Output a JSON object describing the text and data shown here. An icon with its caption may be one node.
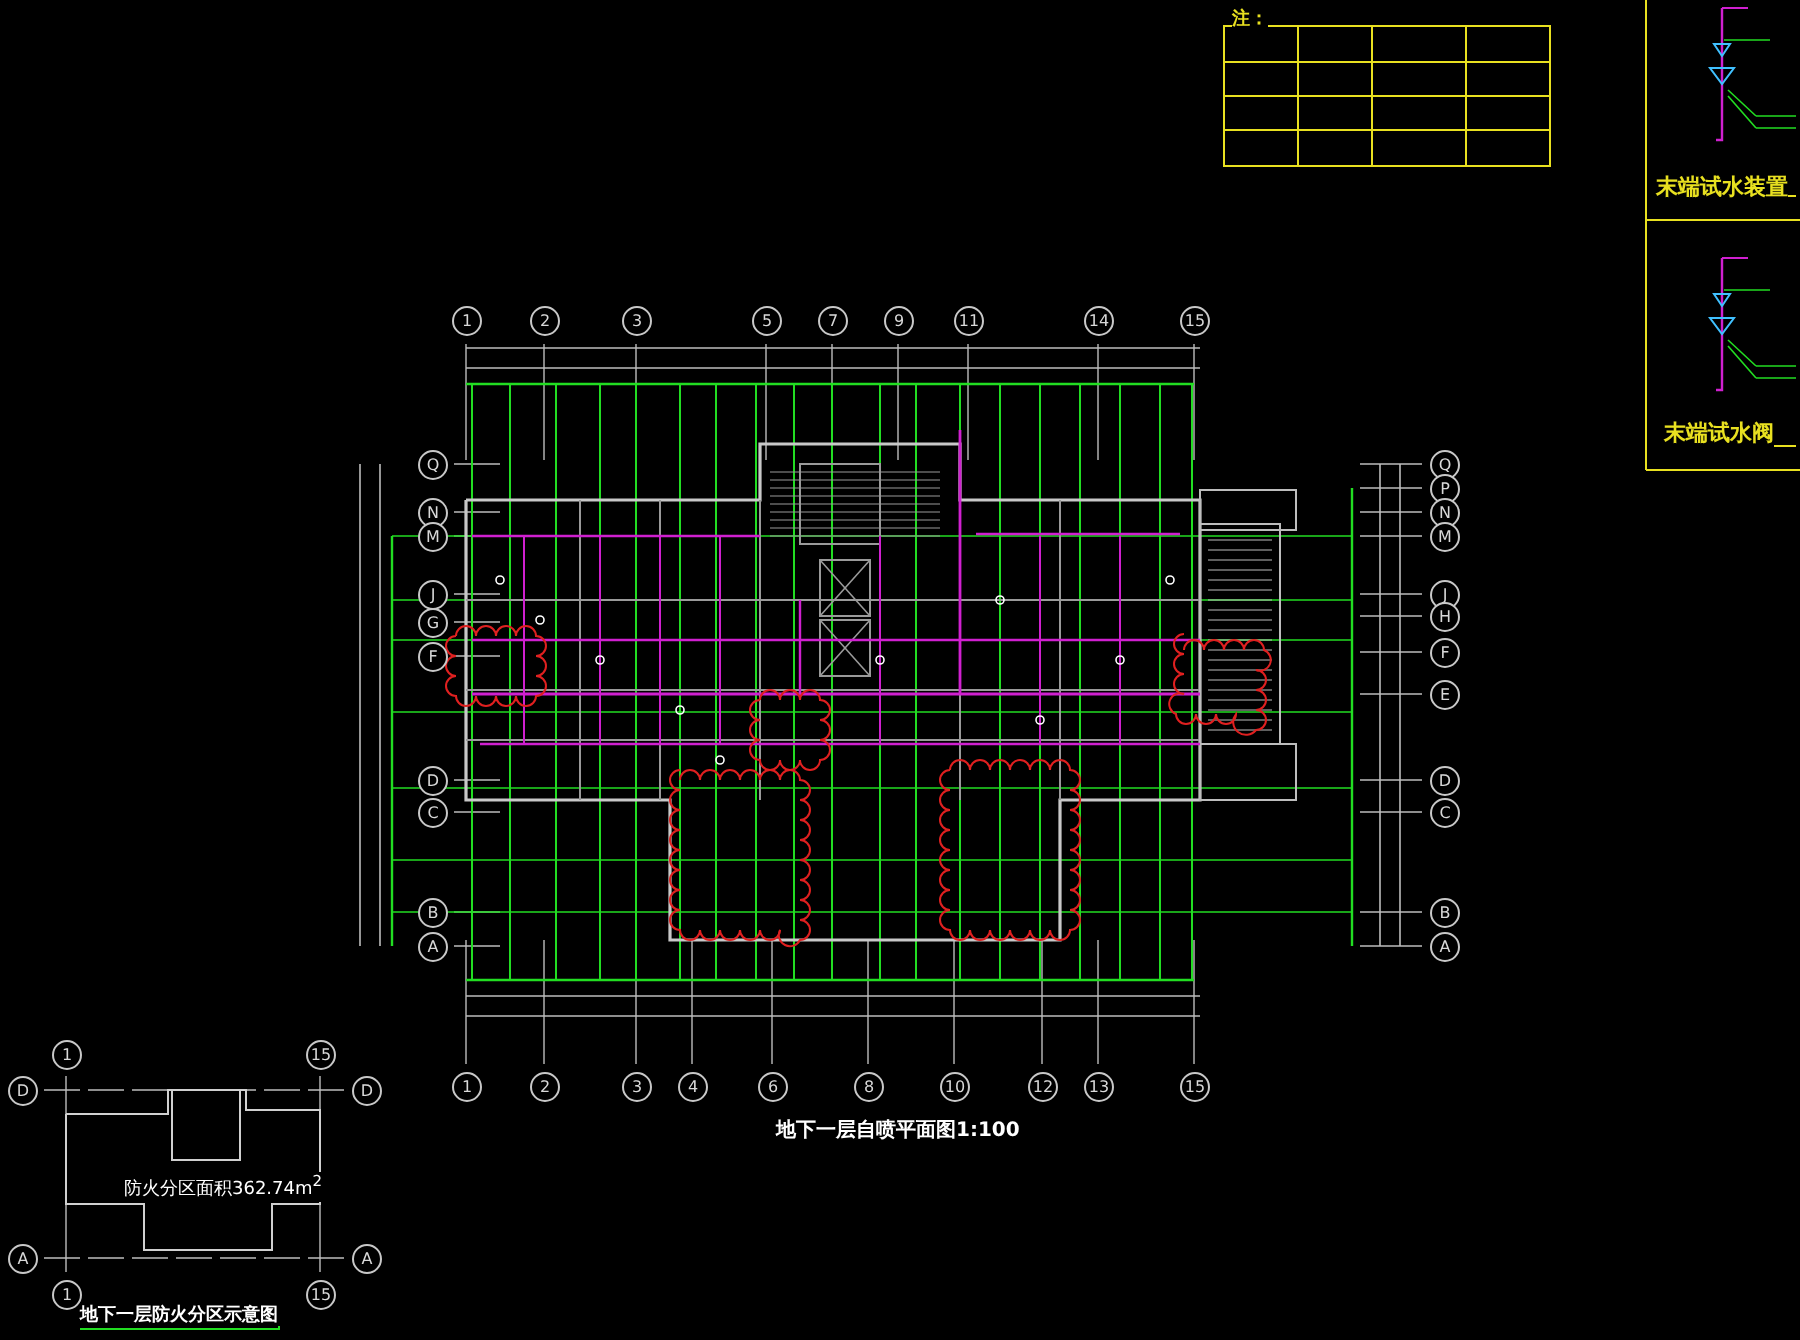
{
  "diagram": {
    "nodes": [
      {
        "text": [
          "1"
        ]
      },
      {
        "text": [
          "2"
        ]
      },
      {
        "text": [
          "3"
        ]
      },
      {
        "text": [
          "5"
        ]
      },
      {
        "text": [
          "7"
        ]
      },
      {
        "text": [
          "9"
        ]
      },
      {
        "text": [
          "11"
        ]
      },
      {
        "text": [
          "14"
        ]
      },
      {
        "text": [
          "15"
        ]
      },
      {
        "text": [
          "1"
        ]
      },
      {
        "text": [
          "2"
        ]
      },
      {
        "text": [
          "3"
        ]
      },
      {
        "text": [
          "4"
        ]
      },
      {
        "text": [
          "6"
        ]
      },
      {
        "text": [
          "8"
        ]
      },
      {
        "text": [
          "10"
        ]
      },
      {
        "text": [
          "12"
        ]
      },
      {
        "text": [
          "13"
        ]
      },
      {
        "text": [
          "15"
        ]
      },
      {
        "text": [
          "Q"
        ]
      },
      {
        "text": [
          "N"
        ]
      },
      {
        "text": [
          "M"
        ]
      },
      {
        "text": [
          "J"
        ]
      },
      {
        "text": [
          "G"
        ]
      },
      {
        "text": [
          "F"
        ]
      },
      {
        "text": [
          "D"
        ]
      },
      {
        "text": [
          "C"
        ]
      },
      {
        "text": [
          "B"
        ]
      },
      {
        "text": [
          "A"
        ]
      },
      {
        "text": [
          "Q"
        ]
      },
      {
        "text": [
          "P"
        ]
      },
      {
        "text": [
          "N"
        ]
      },
      {
        "text": [
          "M"
        ]
      },
      {
        "text": [
          "J"
        ]
      },
      {
        "text": [
          "H"
        ]
      },
      {
        "text": [
          "F"
        ]
      },
      {
        "text": [
          "E"
        ]
      },
      {
        "text": [
          "D"
        ]
      },
      {
        "text": [
          "C"
        ]
      },
      {
        "text": [
          "B"
        ]
      },
      {
        "text": [
          "A"
        ]
      },
      {
        "text": [
          "1"
        ]
      },
      {
        "text": [
          "15"
        ]
      },
      {
        "text": [
          "D"
        ]
      },
      {
        "text": [
          "D"
        ]
      },
      {
        "text": [
          "A"
        ]
      },
      {
        "text": [
          "A"
        ]
      },
      {
        "text": [
          "1"
        ]
      },
      {
        "text": [
          "15"
        ]
      }
    ],
    "labels": [
      "注：",
      "末端试水装置",
      "末端试水阀",
      "地下一层自喷平面图1:100",
      "防火分区面积362.74m$^{2}$",
      "地下一层防火分区示意图"
    ]
  }
}
